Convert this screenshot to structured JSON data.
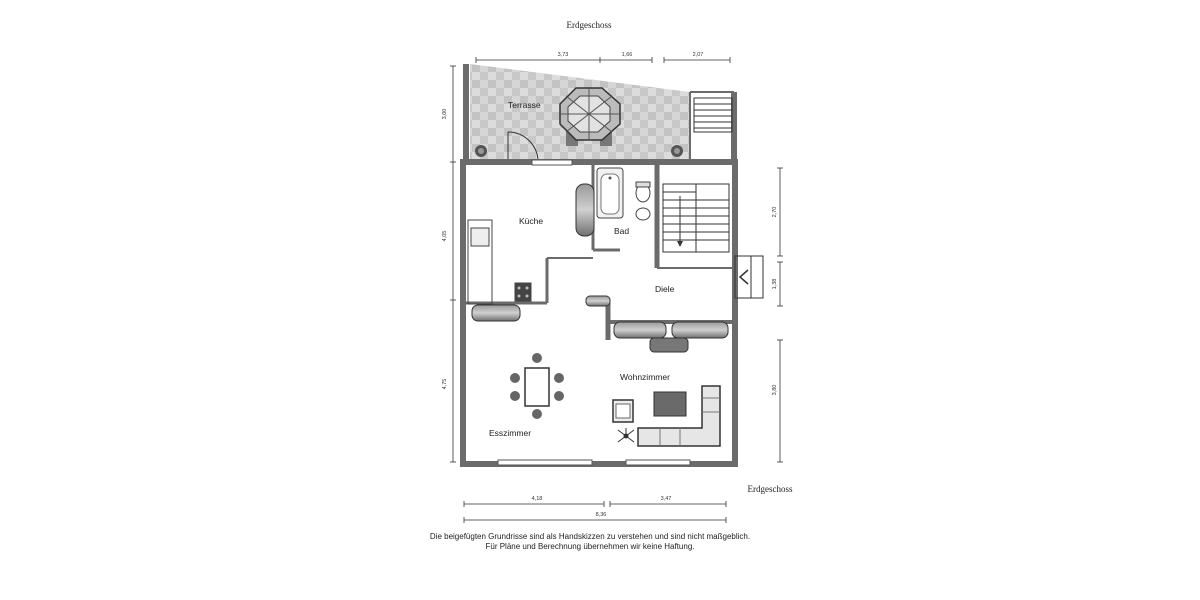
{
  "title_top": "Erdgeschoss",
  "title_bottom": "Erdgeschoss",
  "rooms": {
    "terrasse": "Terrasse",
    "kueche": "Küche",
    "bad": "Bad",
    "diele": "Diele",
    "wohnzimmer": "Wohnzimmer",
    "esszimmer": "Esszimmer"
  },
  "dimensions": {
    "top": [
      "3,73",
      "1,66",
      "2,07"
    ],
    "left": [
      "3,00",
      "4,05",
      "4,75"
    ],
    "right": [
      "2,70",
      "1,38",
      "3,80"
    ],
    "bottom": [
      "4,18",
      "3,47"
    ],
    "total": "8,36"
  },
  "disclaimer": {
    "line1": "Die beigefügten Grundrisse sind als Handskizzen zu verstehen und sind nicht maßgeblich.",
    "line2": "Für Pläne und Berechnung übernehmen wir keine Haftung."
  },
  "colors": {
    "wall": "#6b6b6b",
    "tile_a": "#d9d9d9",
    "tile_b": "#bfbfbf",
    "furniture": "#8a8a8a"
  }
}
